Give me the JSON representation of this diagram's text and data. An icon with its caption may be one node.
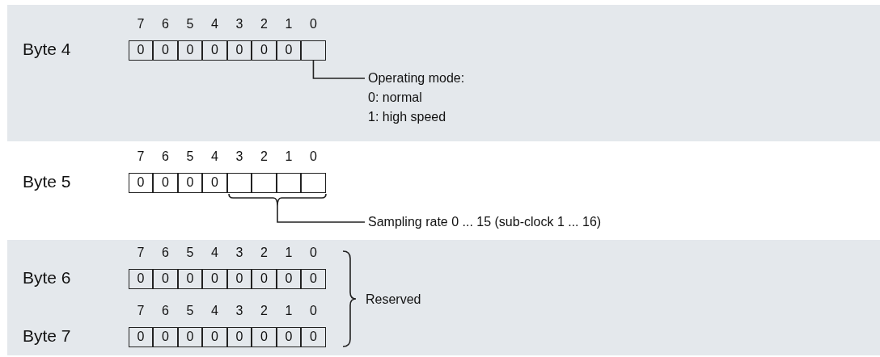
{
  "diagram": {
    "nodes": [
      {
        "text": [
          "Byte 4"
        ]
      },
      {
        "text": [
          "0"
        ],
        "in": 0
      },
      {
        "text": [
          "0"
        ],
        "in": 0
      },
      {
        "text": [
          "0"
        ],
        "in": 0
      },
      {
        "text": [
          "0"
        ],
        "in": 0
      },
      {
        "text": [
          "0"
        ],
        "in": 0
      },
      {
        "text": [
          "0"
        ],
        "in": 0
      },
      {
        "text": [
          "0"
        ],
        "in": 0
      },
      {
        "text": [],
        "shape": "box",
        "in": 0
      },
      {
        "text": [
          "Operating mode:",
          "0: normal",
          "1: high speed"
        ]
      },
      {
        "text": [
          "Byte 5"
        ]
      },
      {
        "text": [
          "0"
        ],
        "in": 10
      },
      {
        "text": [
          "0"
        ],
        "in": 10
      },
      {
        "text": [
          "0"
        ],
        "in": 10
      },
      {
        "text": [
          "0"
        ],
        "in": 10
      },
      {
        "text": [],
        "shape": "box",
        "in": 10
      },
      {
        "text": [],
        "shape": "box",
        "in": 10
      },
      {
        "text": [],
        "shape": "box",
        "in": 10
      },
      {
        "text": [],
        "shape": "box",
        "in": 10
      },
      {
        "text": [],
        "shape": "brace"
      },
      {
        "text": [
          "Sampling rate 0 ... 15 (sub-clock 1 ... 16)"
        ]
      },
      {
        "text": [
          "Byte 6"
        ]
      },
      {
        "text": [
          "0"
        ],
        "in": 21
      },
      {
        "text": [
          "0"
        ],
        "in": 21
      },
      {
        "text": [
          "0"
        ],
        "in": 21
      },
      {
        "text": [
          "0"
        ],
        "in": 21
      },
      {
        "text": [
          "0"
        ],
        "in": 21
      },
      {
        "text": [
          "0"
        ],
        "in": 21
      },
      {
        "text": [
          "0"
        ],
        "in": 21
      },
      {
        "text": [
          "0"
        ],
        "in": 21
      },
      {
        "text": [
          "Byte 7"
        ]
      },
      {
        "text": [
          "0"
        ],
        "in": 30
      },
      {
        "text": [
          "0"
        ],
        "in": 30
      },
      {
        "text": [
          "0"
        ],
        "in": 30
      },
      {
        "text": [
          "0"
        ],
        "in": 30
      },
      {
        "text": [
          "0"
        ],
        "in": 30
      },
      {
        "text": [
          "0"
        ],
        "in": 30
      },
      {
        "text": [
          "0"
        ],
        "in": 30
      },
      {
        "text": [
          "0"
        ],
        "in": 30
      }
    ],
    "edges": [
      {
        "from": 9,
        "to": 8,
        "arrow": "none"
      },
      {
        "from": 20,
        "to": 19,
        "arrow": "none"
      }
    ],
    "labels": [
      "7",
      "6",
      "5",
      "4",
      "3",
      "2",
      "1",
      "0",
      "7",
      "6",
      "5",
      "4",
      "3",
      "2",
      "1",
      "0",
      "7",
      "6",
      "5",
      "4",
      "3",
      "2",
      "1",
      "0",
      "7",
      "6",
      "5",
      "4",
      "3",
      "2",
      "1",
      "0",
      "Reserved"
    ]
  }
}
